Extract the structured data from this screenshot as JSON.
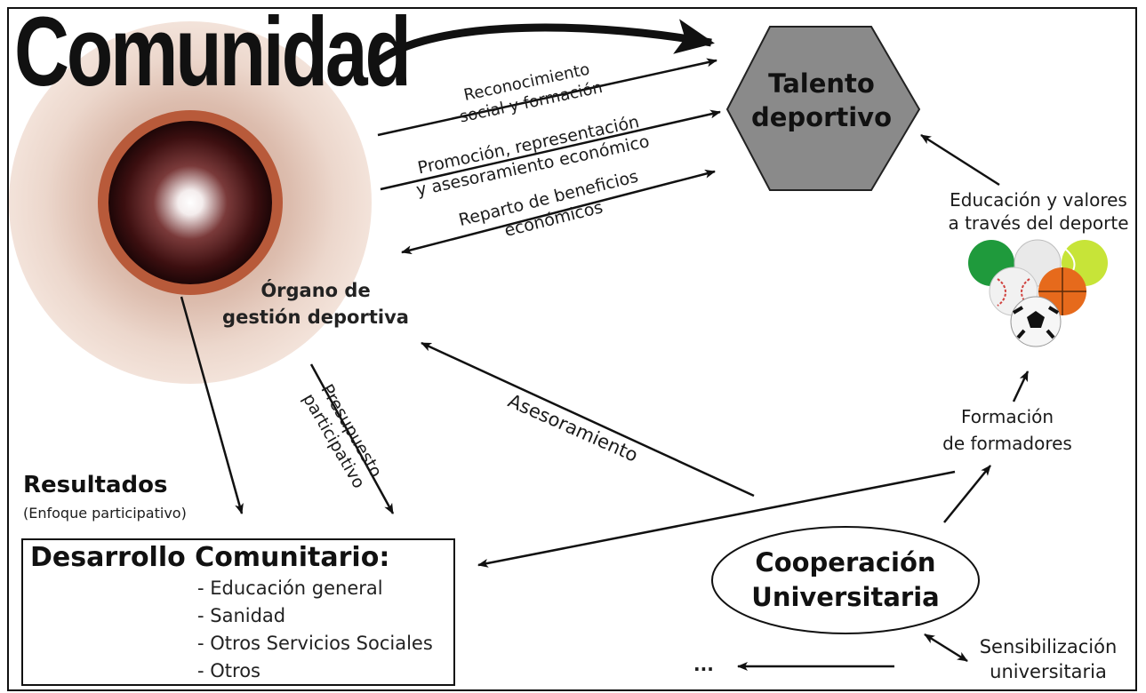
{
  "diagram": {
    "title": "Comunidad",
    "talent_node": [
      "Talento",
      "deportivo"
    ],
    "organ_label": [
      "Órgano de",
      "gestión deportiva"
    ],
    "arrow_labels": {
      "reconocimiento": [
        "Reconocimiento",
        "social y formación"
      ],
      "promocion": [
        "Promoción, representación",
        "y asesoramiento económico"
      ],
      "reparto": [
        "Reparto de beneficios",
        "económicos"
      ],
      "asesoramiento": "Asesoramiento",
      "presupuesto": [
        "Presupuesto",
        "participativo"
      ]
    },
    "educacion": [
      "Educación y valores",
      "a través del deporte"
    ],
    "formacion": [
      "Formación",
      "de formadores"
    ],
    "resultados": {
      "title": "Resultados",
      "subtitle": "(Enfoque participativo)"
    },
    "desarrollo": {
      "title": "Desarrollo Comunitario:",
      "items": [
        "- Educación general",
        "- Sanidad",
        "- Otros Servicios Sociales",
        "- Otros"
      ]
    },
    "cooperacion": [
      "Cooperación",
      "Universitaria"
    ],
    "sensibilizacion": [
      "Sensibilización",
      "universitaria"
    ],
    "ellipsis": "..."
  }
}
